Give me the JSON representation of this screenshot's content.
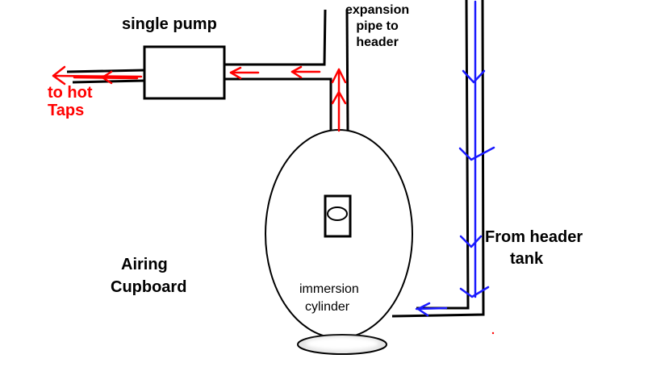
{
  "labels": {
    "pump": "single pump",
    "expansion_line1": "expansion",
    "expansion_line2": "pipe to",
    "expansion_line3": "header",
    "taps_line1": "to hot",
    "taps_line2": "Taps",
    "header_tank_line1": "From header",
    "header_tank_line2": "tank",
    "airing_line1": "Airing",
    "airing_line2": "Cupboard",
    "cylinder_line1": "immersion",
    "cylinder_line2": "cylinder"
  },
  "colors": {
    "pipe": "#000000",
    "hot_flow": "#ff0000",
    "cold_flow": "#1a1aff",
    "background": "#ffffff"
  }
}
